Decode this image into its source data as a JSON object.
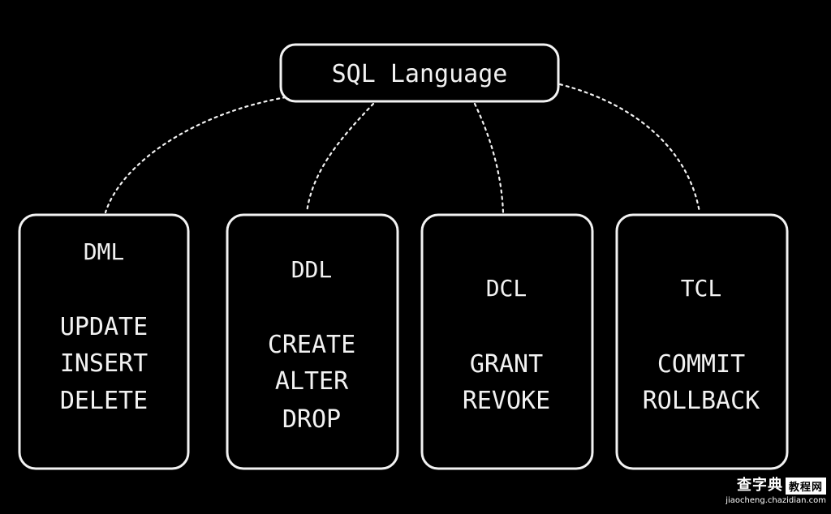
{
  "diagram": {
    "root": {
      "label": "SQL Language"
    },
    "categories": [
      {
        "name": "DML",
        "commands": [
          "UPDATE",
          "INSERT",
          "DELETE"
        ]
      },
      {
        "name": "DDL",
        "commands": [
          "CREATE",
          "ALTER",
          "DROP"
        ]
      },
      {
        "name": "DCL",
        "commands": [
          "GRANT",
          "REVOKE"
        ]
      },
      {
        "name": "TCL",
        "commands": [
          "COMMIT",
          "ROLLBACK"
        ]
      }
    ],
    "colors": {
      "background": "#000000",
      "stroke": "#f2f2f2",
      "text": "#f2f2f2"
    }
  },
  "watermark": {
    "site": "查字典",
    "sub": "教程网",
    "url": "jiaocheng.chazidian.com"
  }
}
